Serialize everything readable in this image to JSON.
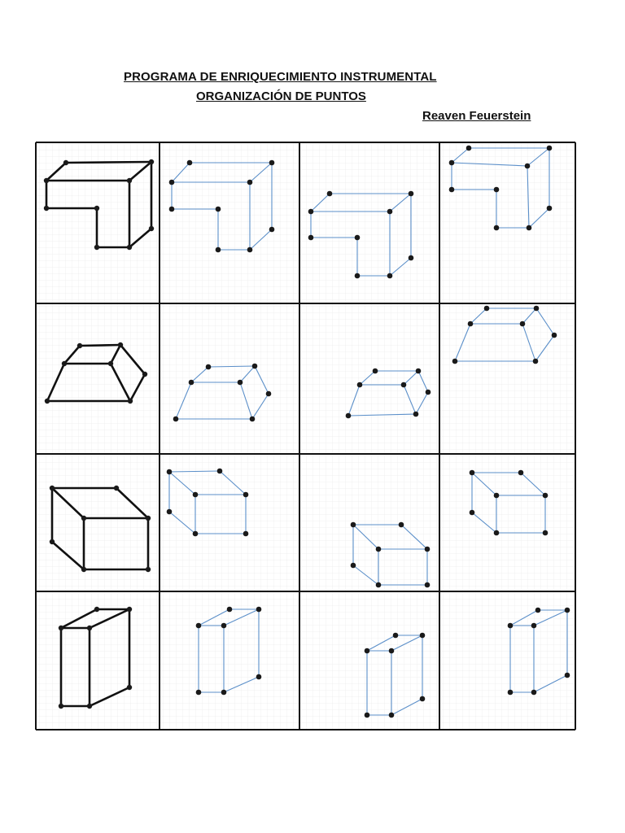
{
  "header": {
    "title": "PROGRAMA DE ENRIQUECIMIENTO INSTRUMENTAL",
    "subtitle": "ORGANIZACIÓN DE PUNTOS",
    "author": "Reaven Feuerstein"
  },
  "colors": {
    "model_line": "#111111",
    "answer_line": "#5b8fc9",
    "dot": "#1a1a1a",
    "grid": "#e3e3e3",
    "frame": "#111111"
  },
  "grid": {
    "rows": 4,
    "cols": 4
  }
}
